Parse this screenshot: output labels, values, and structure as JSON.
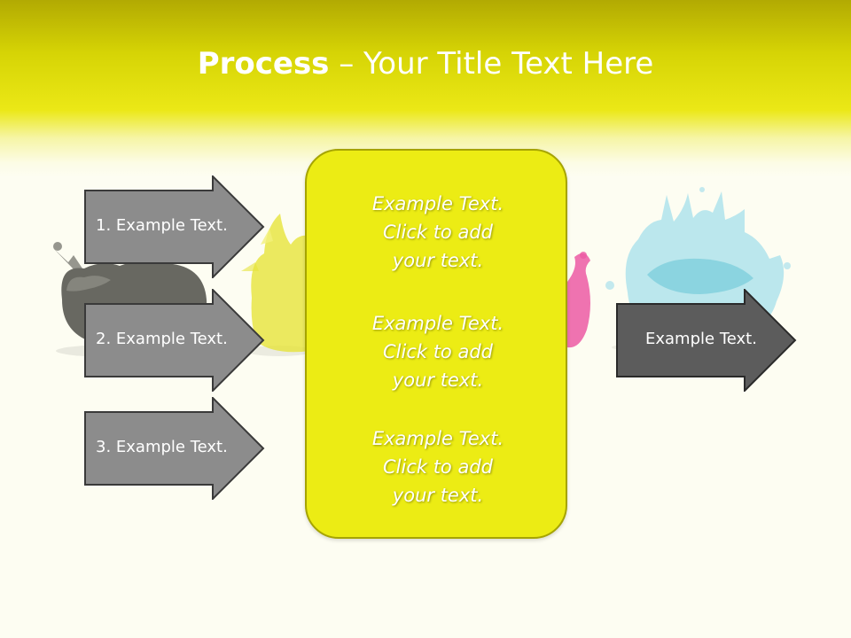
{
  "slide": {
    "title_bold": "Process",
    "title_rest": " – Your Title Text Here"
  },
  "arrows_left": [
    {
      "label": "1. Example Text."
    },
    {
      "label": "2. Example Text."
    },
    {
      "label": "3. Example Text."
    }
  ],
  "center_box": {
    "blocks": [
      {
        "lines": [
          "Example Text.",
          "Click  to add",
          "your text."
        ]
      },
      {
        "lines": [
          "Example Text.",
          "Click  to add",
          "your text."
        ]
      },
      {
        "lines": [
          "Example Text.",
          "Click  to add",
          "your text."
        ]
      }
    ]
  },
  "arrow_right": {
    "label": "Example Text."
  },
  "colors": {
    "header_yellow": "#ebe816",
    "box_fill": "#ecec14",
    "box_border": "#a6a400",
    "left_arrow_fill": "#8c8c8c",
    "right_arrow_fill": "#5c5c5c"
  },
  "decorations": [
    "black-paint-splash",
    "yellow-paint-splash",
    "magenta-paint-splash",
    "cyan-paint-splash"
  ]
}
